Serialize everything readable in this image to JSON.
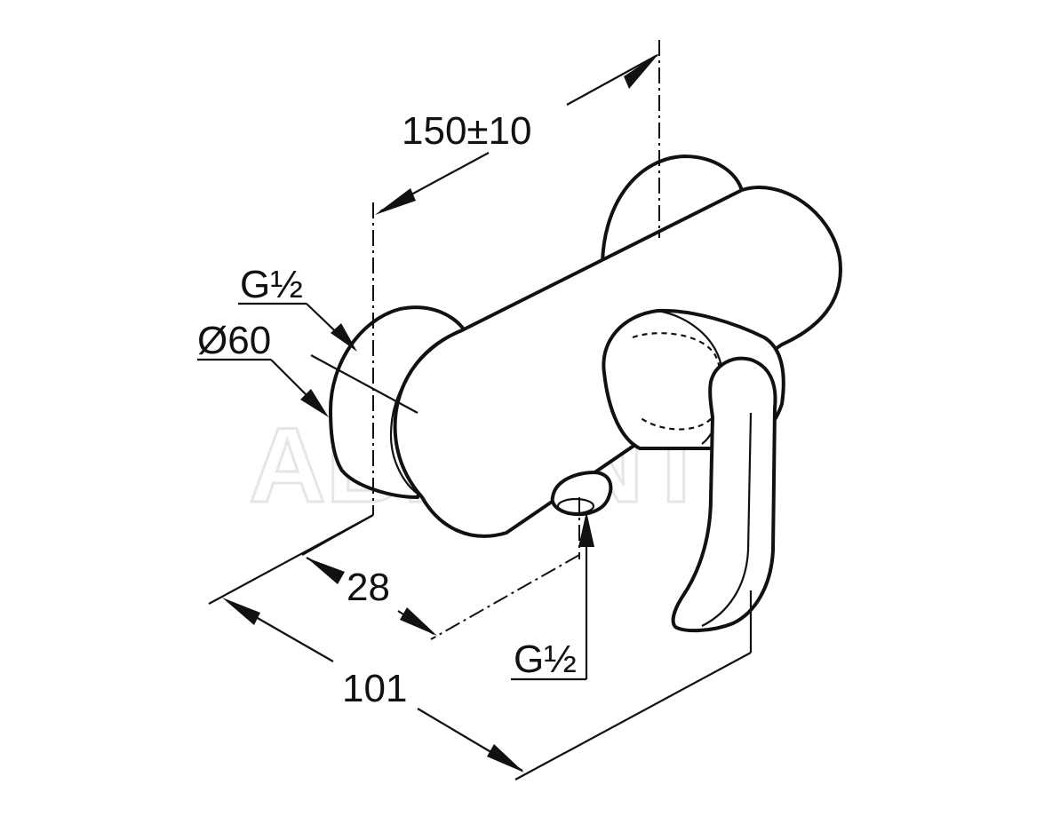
{
  "watermark": "ABITANT",
  "dimensions": {
    "distance": "150±10",
    "connection_top": "G½",
    "diameter": "Ø60",
    "offset": "28",
    "depth": "101",
    "connection_bottom": "G½"
  },
  "colors": {
    "line": "#111111",
    "watermark": "#e6e6e6",
    "background": "#ffffff"
  }
}
